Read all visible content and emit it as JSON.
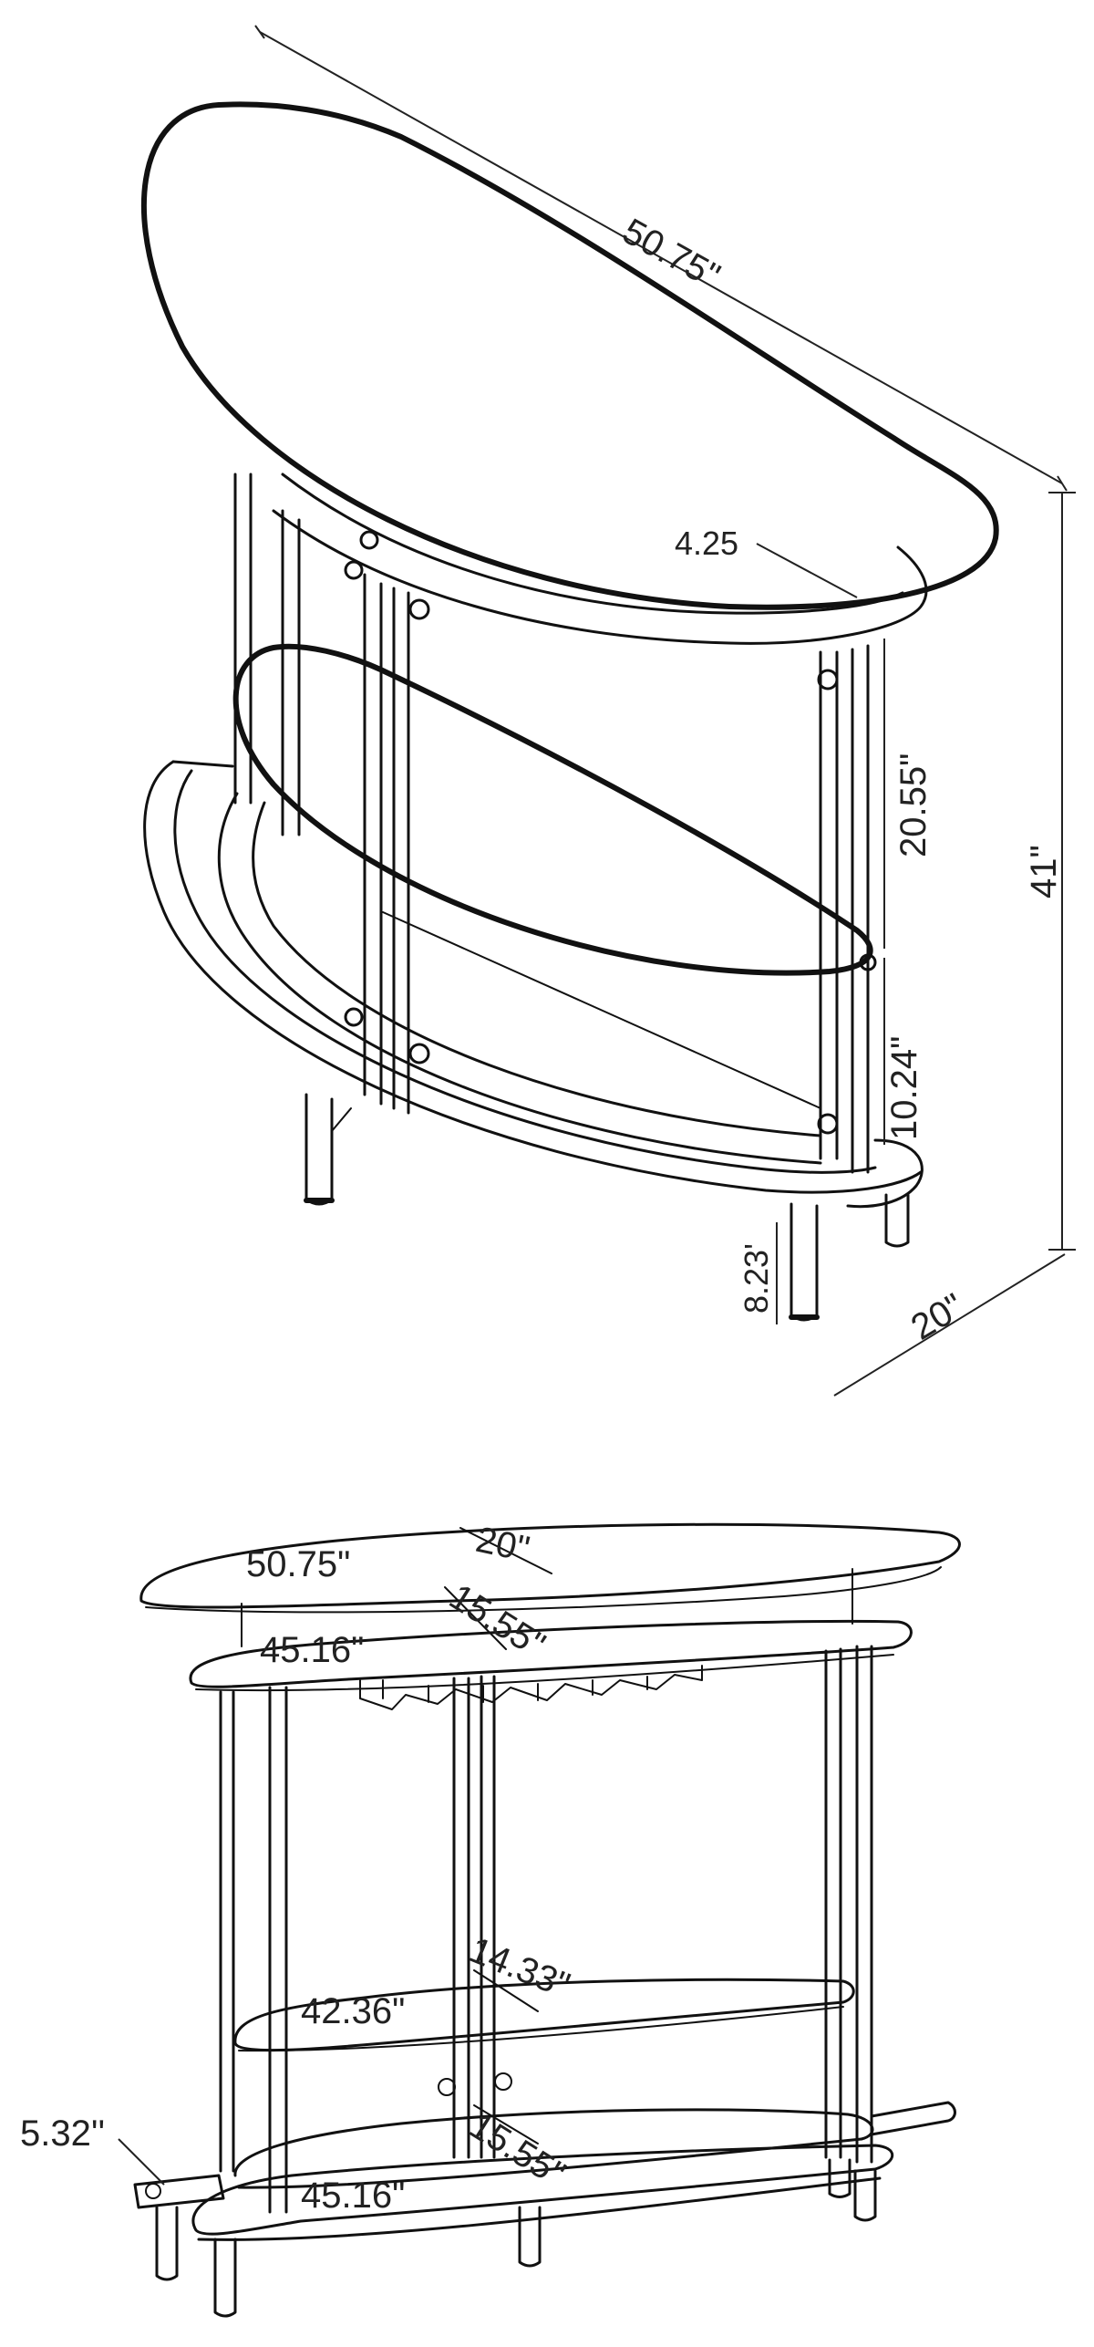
{
  "diagram": {
    "top_view": {
      "width_label": "50.75\"",
      "height_label": "41\"",
      "depth_label": "20\"",
      "top_thickness_label": "4.25",
      "upper_gap_label": "20.55\"",
      "lower_gap_label": "10.24\"",
      "leg_height_label": "8.23'"
    },
    "front_view": {
      "top_width_label": "50.75\"",
      "top_depth_label": "20\"",
      "upper_shelf_width_label": "45.16\"",
      "upper_shelf_depth_label": "15.55\"",
      "middle_shelf_width_label": "42.36\"",
      "middle_shelf_depth_label": "14.33\"",
      "bottom_shelf_width_label": "45.16\"",
      "bottom_shelf_depth_label": "15.55\"",
      "footrest_label": "5.32''"
    }
  }
}
